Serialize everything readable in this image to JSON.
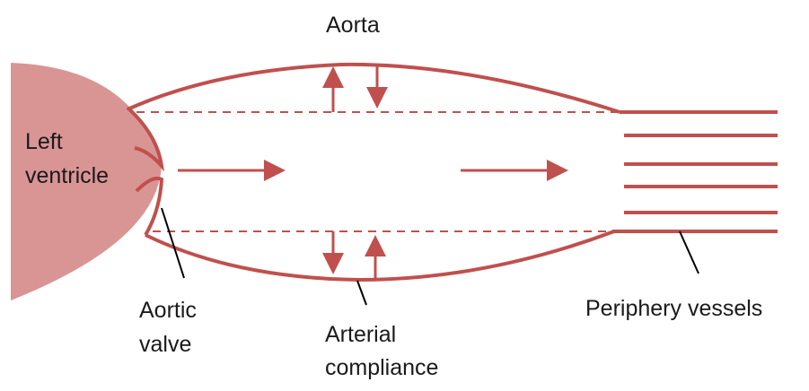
{
  "labels": {
    "aorta": "Aorta",
    "left_ventricle_1": "Left",
    "left_ventricle_2": "ventricle",
    "aortic_valve_1": "Aortic",
    "aortic_valve_2": "valve",
    "arterial_compliance_1": "Arterial",
    "arterial_compliance_2": "compliance",
    "periphery_vessels": "Periphery vessels"
  },
  "colors": {
    "vessel": "#c0504d",
    "ventricle": "#d99594",
    "pointer": "#000000"
  }
}
